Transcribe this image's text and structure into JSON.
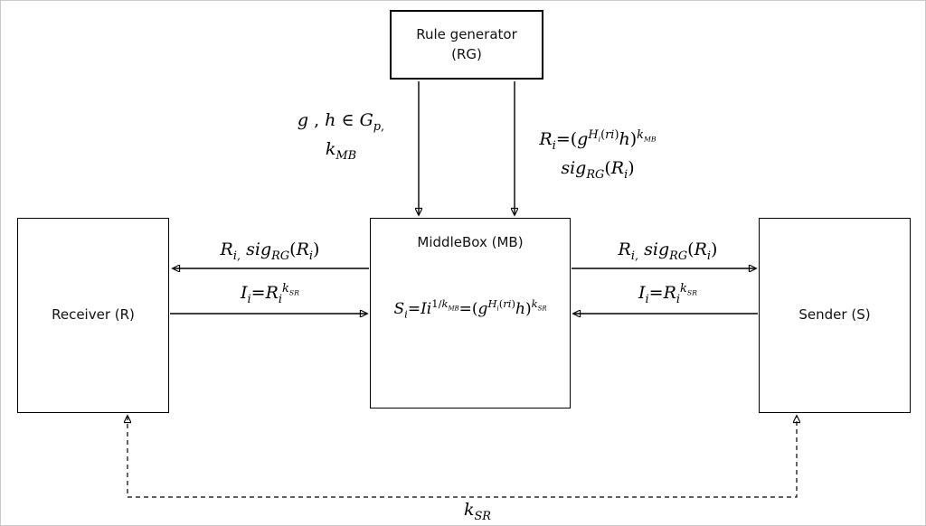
{
  "page": {
    "background": "#ffffff",
    "line_color": "#000000"
  },
  "boxes": {
    "rule_generator": {
      "line1": "Rule generator",
      "line2": "(RG)"
    },
    "receiver": {
      "label": "Receiver (R)"
    },
    "sender": {
      "label": "Sender (S)"
    },
    "middlebox": {
      "title": "MiddleBox (MB)",
      "equation_html": "<i>S</i><sub><i>i</i></sub>=<i>Ii</i><sup>1/<i>k</i><sub><i>MB</i></sub></sup>=(<i>g</i><sup><i>H</i><sub><i>i</i></sub>(<i>ri</i>)</sup><i>h</i>)<sup><i>k</i><sub><i>SR</i></sub></sup>"
    }
  },
  "edge_labels": {
    "rg_params": {
      "line1_html": "<i>g</i> , <i>h</i> ∈ <i>G</i><sub><i>p</i>,</sub>",
      "line2_html": "<i>k</i><sub><i>MB</i></sub>"
    },
    "rg_rule": {
      "line1_html": "<i>R</i><sub><i>i</i></sub>=(<i>g</i><sup><i>H</i><sub><i>i</i></sub>(<i>ri</i>)</sup><i>h</i>)<sup><i>k</i><sub><i>MB</i></sub></sup>",
      "line2_html": "<i>sig</i><sub><i>RG</i></sub>(<i>R</i><sub><i>i</i></sub>)"
    },
    "mb_to_receiver_html": "<i>R</i><sub><i>i</i>,</sub> <i>sig</i><sub><i>RG</i></sub>(<i>R</i><sub><i>i</i></sub>)",
    "receiver_to_mb_html": "<i>I</i><sub><i>i</i></sub>=<i>R</i><sub><i>i</i></sub><sup><i>k</i><sub><i>SR</i></sub></sup>",
    "mb_to_sender_html": "<i>R</i><sub><i>i</i>,</sub> <i>sig</i><sub><i>RG</i></sub>(<i>R</i><sub><i>i</i></sub>)",
    "sender_to_mb_html": "<i>I</i><sub><i>i</i></sub>=<i>R</i><sub><i>i</i></sub><sup><i>k</i><sub><i>SR</i></sub></sup>",
    "shared_key_html": "<i>k</i><sub><i>SR</i></sub>"
  }
}
